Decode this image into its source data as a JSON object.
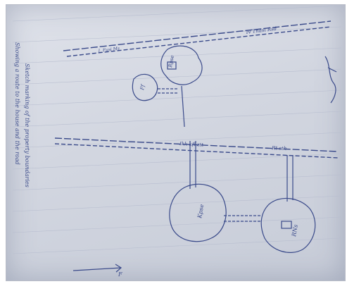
{
  "photo": {
    "ink_color": "#3a4a8a",
    "paper_color": "#d4d8e2",
    "labels": {
      "top_road": "Iv Thasi Rsd",
      "top_road_small": "I. Fusi Ms",
      "mid_road_left": "Ikk kfl ztt",
      "mid_road_right": "Rt sth",
      "small_plot_house": "Rpse",
      "small_plot_tree": "Ff",
      "left_plot_house": "Kpse",
      "right_plot_house": "RNs",
      "margin_note_1": "Sketch marking of the property boundaries",
      "margin_note_2": "Showing a route to the house and the road",
      "arrow_label": "F"
    }
  }
}
